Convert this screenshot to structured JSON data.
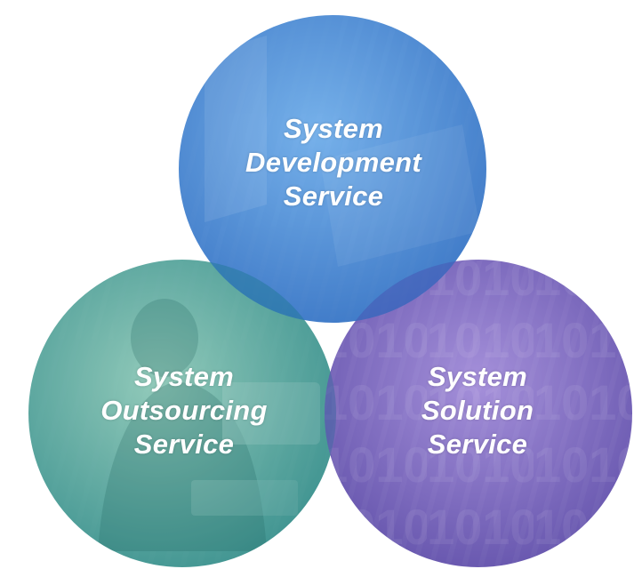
{
  "diagram": {
    "circles": [
      {
        "id": "development",
        "lines": [
          "System",
          "Development",
          "Service"
        ],
        "color": "#3d86d8"
      },
      {
        "id": "outsourcing",
        "lines": [
          "System",
          "Outsourcing",
          "Service"
        ],
        "color": "#4fa89d"
      },
      {
        "id": "solution",
        "lines": [
          "System",
          "Solution",
          "Service"
        ],
        "color": "#7563c0"
      }
    ],
    "colors": {
      "development_light": "#5fa3e6",
      "development_dark": "#2f6fc3",
      "outsourcing_light": "#7fc2b0",
      "outsourcing_dark": "#2f8a8a",
      "solution_light": "#9a86d6",
      "solution_dark": "#5a4aa8",
      "text": "#ffffff"
    }
  }
}
